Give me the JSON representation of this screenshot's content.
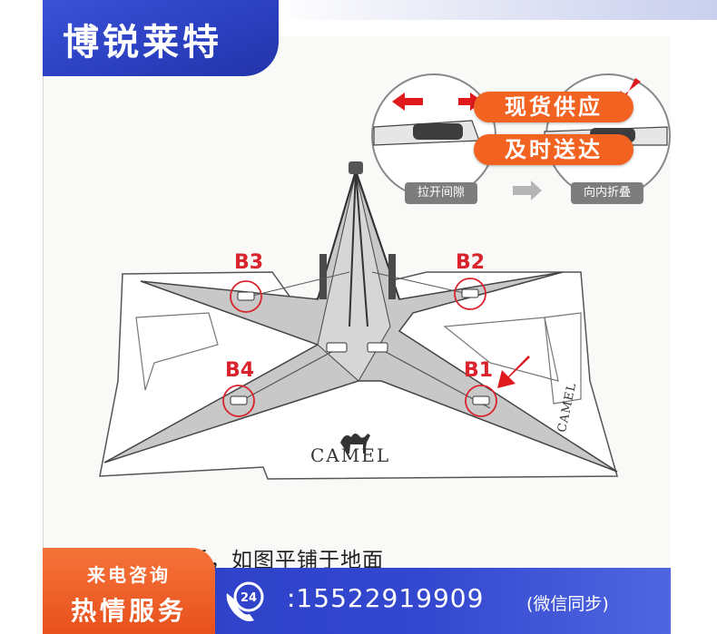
{
  "brand": {
    "title": "博锐莱特"
  },
  "promos": {
    "line1": "现货供应",
    "line2": "及时送达"
  },
  "steps": {
    "step1": "拉开间隙",
    "step2": "向内折叠"
  },
  "labels": {
    "b3": "B3",
    "b2": "B2",
    "b4": "B4",
    "b1": "B1"
  },
  "logo": {
    "text": "CAMEL"
  },
  "caption": "顶部支架收拢后，如图平铺于地面",
  "hotline": {
    "line1": "来电咨询",
    "line2": "热情服务",
    "badge": "24",
    "number": ":15522919909",
    "note": "(微信同步)"
  },
  "icons": [
    "phone-24h-icon",
    "arrow-left-icon",
    "arrow-right-icon",
    "arrow-down-icon",
    "arrow-right-gray-icon",
    "camel-logo-icon"
  ],
  "colors": {
    "brand_blue": "#2e44c8",
    "promo_orange": "#f26322",
    "marker_red": "#d9232d",
    "tent_gray": "#c9c9c9"
  }
}
